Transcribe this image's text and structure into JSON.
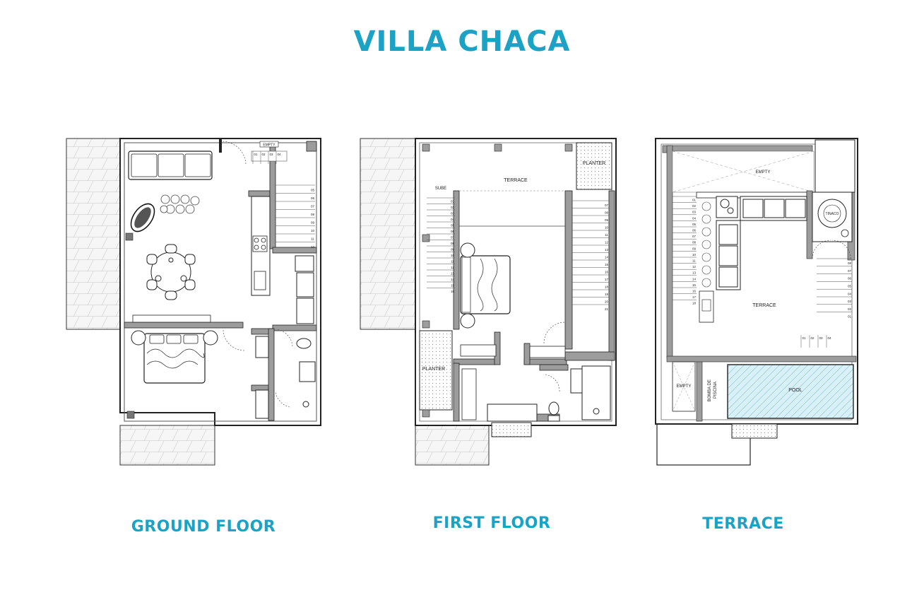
{
  "title": "VILLA CHACA",
  "accent_color": "#1ba3c6",
  "floors": {
    "ground": {
      "caption": "GROUND FLOOR",
      "labels": {
        "empty": "EMPTY"
      },
      "stair_top": [
        "01",
        "02",
        "03",
        "04"
      ],
      "stair_side": [
        "05",
        "06",
        "07",
        "08",
        "09",
        "10",
        "11",
        "12"
      ]
    },
    "first": {
      "caption": "FIRST FLOOR",
      "labels": {
        "terrace": "TERRACE",
        "planter_top": "PLANTER",
        "planter_bottom": "PLANTER",
        "sube": "SUBE"
      },
      "stair_left": [
        "01",
        "02",
        "03",
        "04",
        "05",
        "06",
        "07",
        "08",
        "09",
        "10",
        "11",
        "12",
        "13",
        "14",
        "15",
        "16"
      ],
      "stair_right": [
        "07",
        "08",
        "09",
        "10",
        "11",
        "12",
        "13",
        "14",
        "15",
        "16",
        "17",
        "18",
        "19",
        "20",
        "21"
      ]
    },
    "terrace": {
      "caption": "TERRACE",
      "labels": {
        "empty_top": "EMPTY",
        "terrace": "TERRACE",
        "pool": "POOL",
        "empty_side": "EMPTY",
        "pump_line1": "BOMBA DE",
        "pump_line2": "PISCINA",
        "tank": "TINACO"
      },
      "stair_left": [
        "01",
        "02",
        "03",
        "04",
        "05",
        "06",
        "07",
        "08",
        "09",
        "10",
        "11",
        "12",
        "13",
        "14",
        "15",
        "16",
        "17",
        "18"
      ],
      "stair_right": [
        "08",
        "07",
        "06",
        "05",
        "04",
        "03",
        "02",
        "01"
      ],
      "stair_bottom": [
        "01",
        "02",
        "03",
        "04"
      ]
    }
  }
}
